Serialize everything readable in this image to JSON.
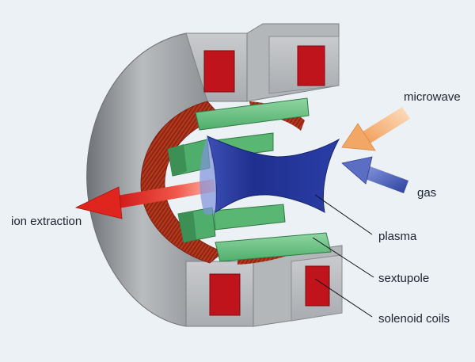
{
  "labels": {
    "microwave": "microwave",
    "gas": "gas",
    "ion_extraction": "ion extraction",
    "plasma": "plasma",
    "sextupole": "sextupole",
    "solenoid_coils": "solenoid coils"
  },
  "colors": {
    "background": "#ECF1F6",
    "yoke": "#9b9ea2",
    "coil": "#c0141c",
    "sextupole": "#5cb877",
    "plasma": "#2b3fa0",
    "ion_beam": "#e8352c",
    "microwave_beam": "#f6b27a",
    "gas_beam": "#3f56b0"
  }
}
